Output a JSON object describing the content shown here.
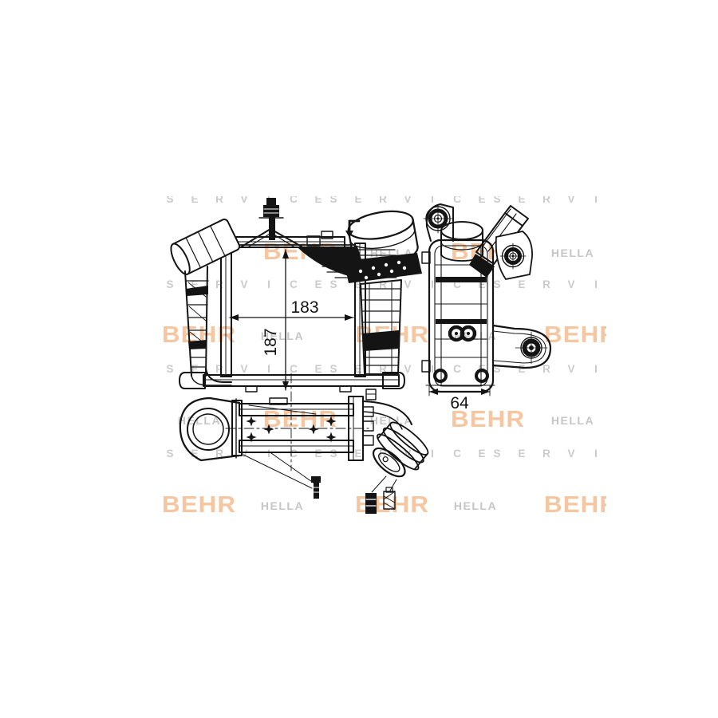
{
  "page": {
    "background_color": "#ffffff"
  },
  "watermark": {
    "behr_text": "BEHR",
    "hella_text": "HELLA",
    "service_text": "SERVICE",
    "colors": {
      "behr": "#f5c6a0",
      "hella_border": "#d6d6d6",
      "hella_text": "#c6c6c6",
      "service": "#cbcbcb"
    }
  },
  "drawing": {
    "line_color": "#141414",
    "dim_width_label": "183",
    "dim_height_label": "187",
    "dim_depth_label": "64"
  }
}
